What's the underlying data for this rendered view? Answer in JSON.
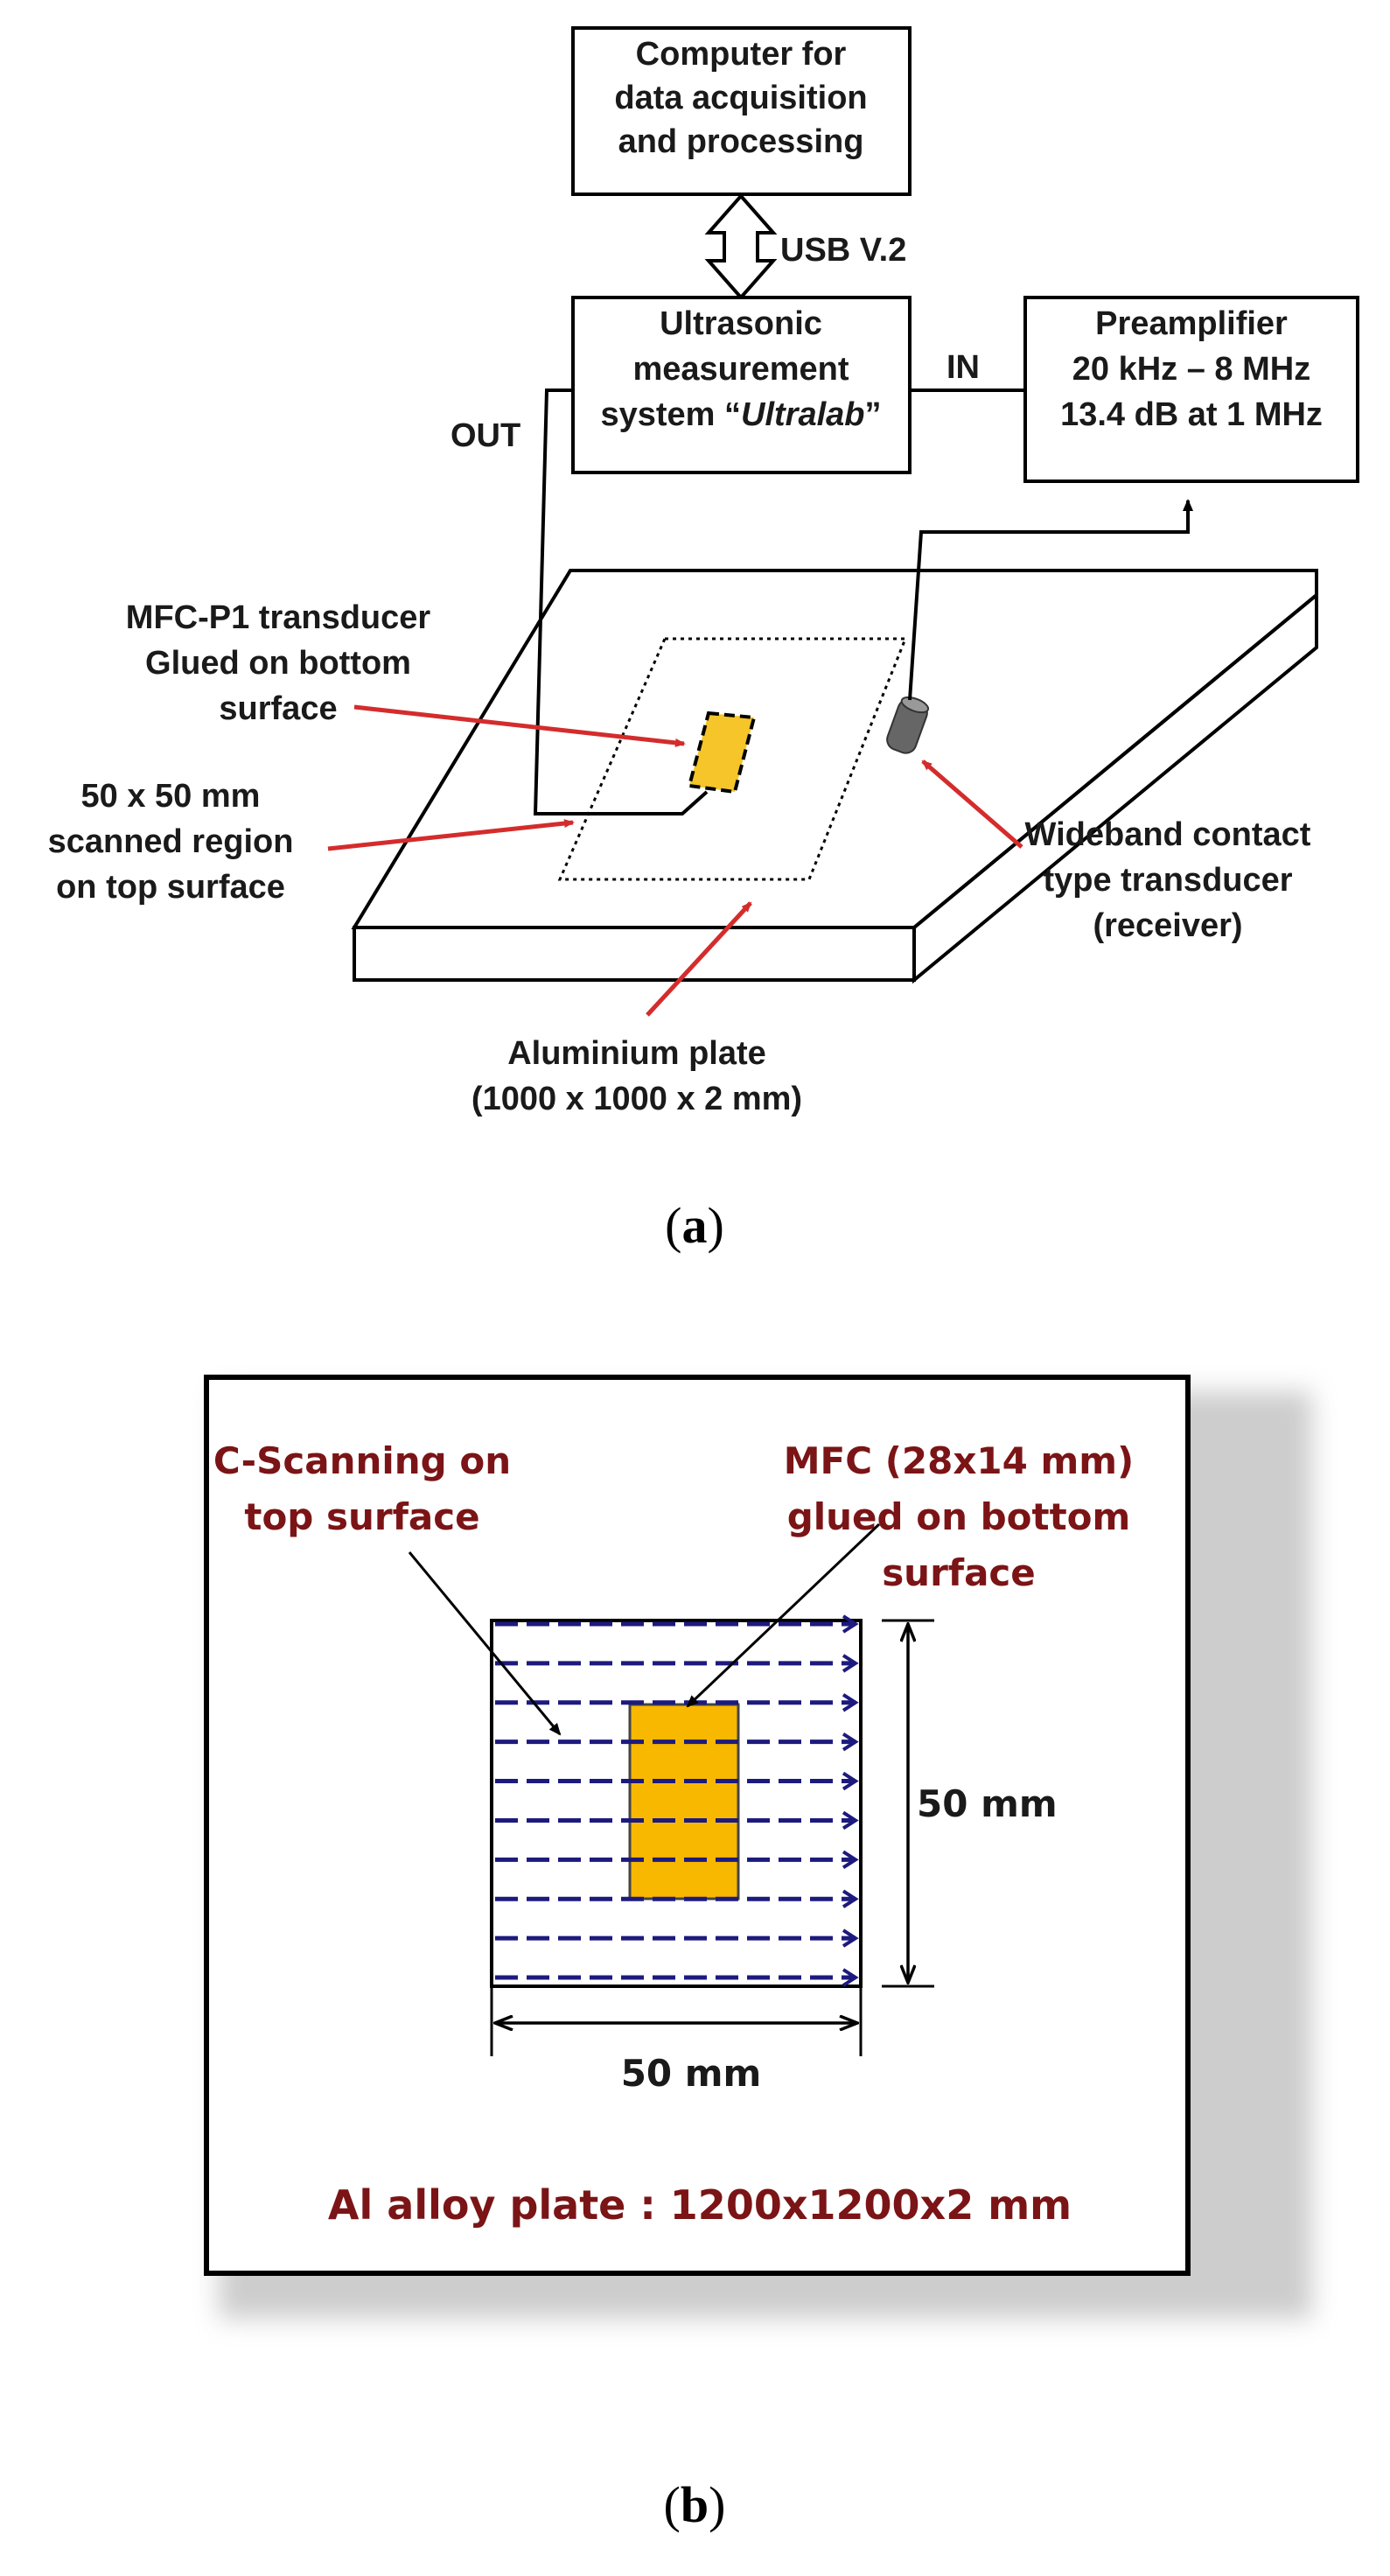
{
  "panel_a": {
    "computer": [
      "Computer for",
      "data acquisition",
      "and processing"
    ],
    "usb": "USB V.2",
    "ultrasonic": [
      "Ultrasonic",
      "measurement"
    ],
    "ultralab_prefix": "system “",
    "ultralab_name": "Ultralab",
    "ultralab_suffix": "”",
    "in": "IN",
    "out": "OUT",
    "preamp": [
      "Preamplifier",
      "20 kHz – 8 MHz",
      "13.4 dB at 1 MHz"
    ],
    "mfc_label": [
      "MFC-P1 transducer",
      "Glued on bottom",
      "surface"
    ],
    "scan_label": [
      "50 x 50 mm",
      "scanned region",
      "on top surface"
    ],
    "wideband": [
      "Wideband contact",
      "type transducer",
      "(receiver)"
    ],
    "plate": [
      "Aluminium plate",
      "(1000 x 1000 x 2 mm)"
    ],
    "caption_open": "(",
    "caption_letter": "a",
    "caption_close": ")"
  },
  "panel_b": {
    "cscan": [
      "C-Scanning on",
      "top surface"
    ],
    "mfc": [
      "MFC (28x14 mm)",
      "glued on bottom",
      "surface"
    ],
    "dim_v": "50 mm",
    "dim_h": "50 mm",
    "plate": "Al alloy plate : 1200x1200x2 mm",
    "caption_open": "(",
    "caption_letter": "b",
    "caption_close": ")"
  },
  "colors": {
    "label_red": "#7b1416",
    "arrow_red": "#d42c2c",
    "scan_blue": "#1d1a7e",
    "mfc_gold": "#f5c52a",
    "mfc_gold_b": "#f8b800"
  }
}
